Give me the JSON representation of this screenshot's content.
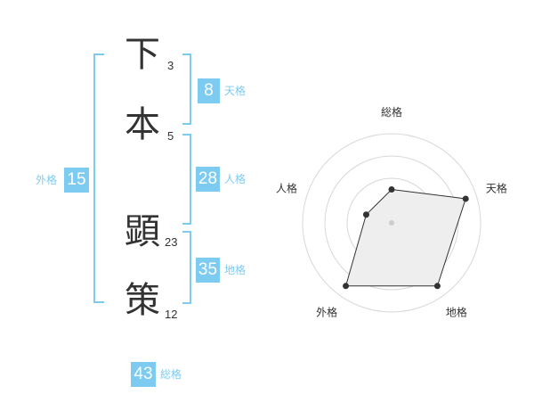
{
  "name_chars": [
    {
      "char": "下",
      "strokes": "3"
    },
    {
      "char": "本",
      "strokes": "5"
    },
    {
      "char": "顕",
      "strokes": "23"
    },
    {
      "char": "策",
      "strokes": "12"
    }
  ],
  "fortunes": {
    "tenkaku": {
      "value": "8",
      "label": "天格"
    },
    "jinkaku": {
      "value": "28",
      "label": "人格"
    },
    "chikaku": {
      "value": "35",
      "label": "地格"
    },
    "gaikaku": {
      "value": "15",
      "label": "外格"
    },
    "soukaku": {
      "value": "43",
      "label": "総格"
    }
  },
  "colors": {
    "accent": "#7ecbf2",
    "text": "#333333",
    "radar_fill": "#eeeeee"
  },
  "chart_data": {
    "type": "radar",
    "axes": [
      "総格",
      "天格",
      "地格",
      "外格",
      "人格"
    ],
    "max": 4,
    "rings": 4,
    "values": [
      1.5,
      3.5,
      3.5,
      3.5,
      1.2
    ]
  }
}
